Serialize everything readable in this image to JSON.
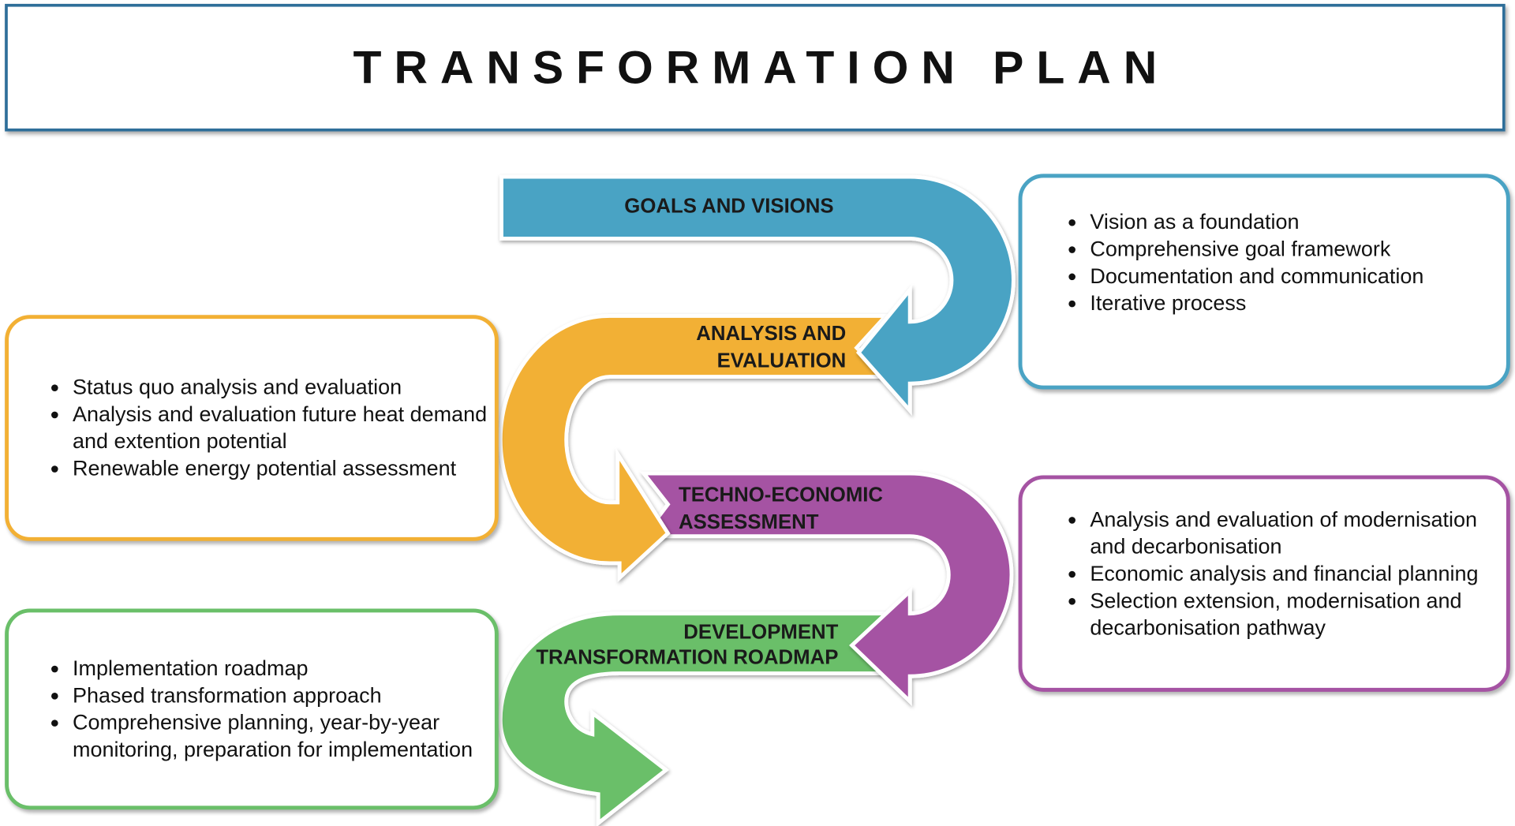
{
  "title": "TRANSFORMATION PLAN",
  "colors": {
    "blue": "#4aa3c4",
    "orange": "#f2b034",
    "purple": "#a553a3",
    "green": "#6abf69",
    "title_border": "#2e6e99"
  },
  "steps": [
    {
      "label_lines": [
        "GOALS AND VISIONS"
      ],
      "bullets": [
        "Vision as a foundation",
        "Comprehensive goal framework",
        "Documentation and communication",
        "Iterative process"
      ]
    },
    {
      "label_lines": [
        "ANALYSIS AND",
        "EVALUATION"
      ],
      "bullets": [
        "Status quo analysis and evaluation",
        "Analysis and evaluation future heat demand and extention potential",
        "Renewable energy potential assessment"
      ]
    },
    {
      "label_lines": [
        "TECHNO-ECONOMIC",
        "ASSESSMENT"
      ],
      "bullets": [
        "Analysis and evaluation of modernisation and decarbonisation",
        "Economic analysis and financial planning",
        "Selection extension, modernisation and decarbonisation pathway"
      ]
    },
    {
      "label_lines": [
        "DEVELOPMENT",
        "TRANSFORMATION ROADMAP"
      ],
      "bullets": [
        "Implementation roadmap",
        "Phased transformation approach",
        "Comprehensive planning, year-by-year monitoring, preparation for implementation"
      ]
    }
  ]
}
